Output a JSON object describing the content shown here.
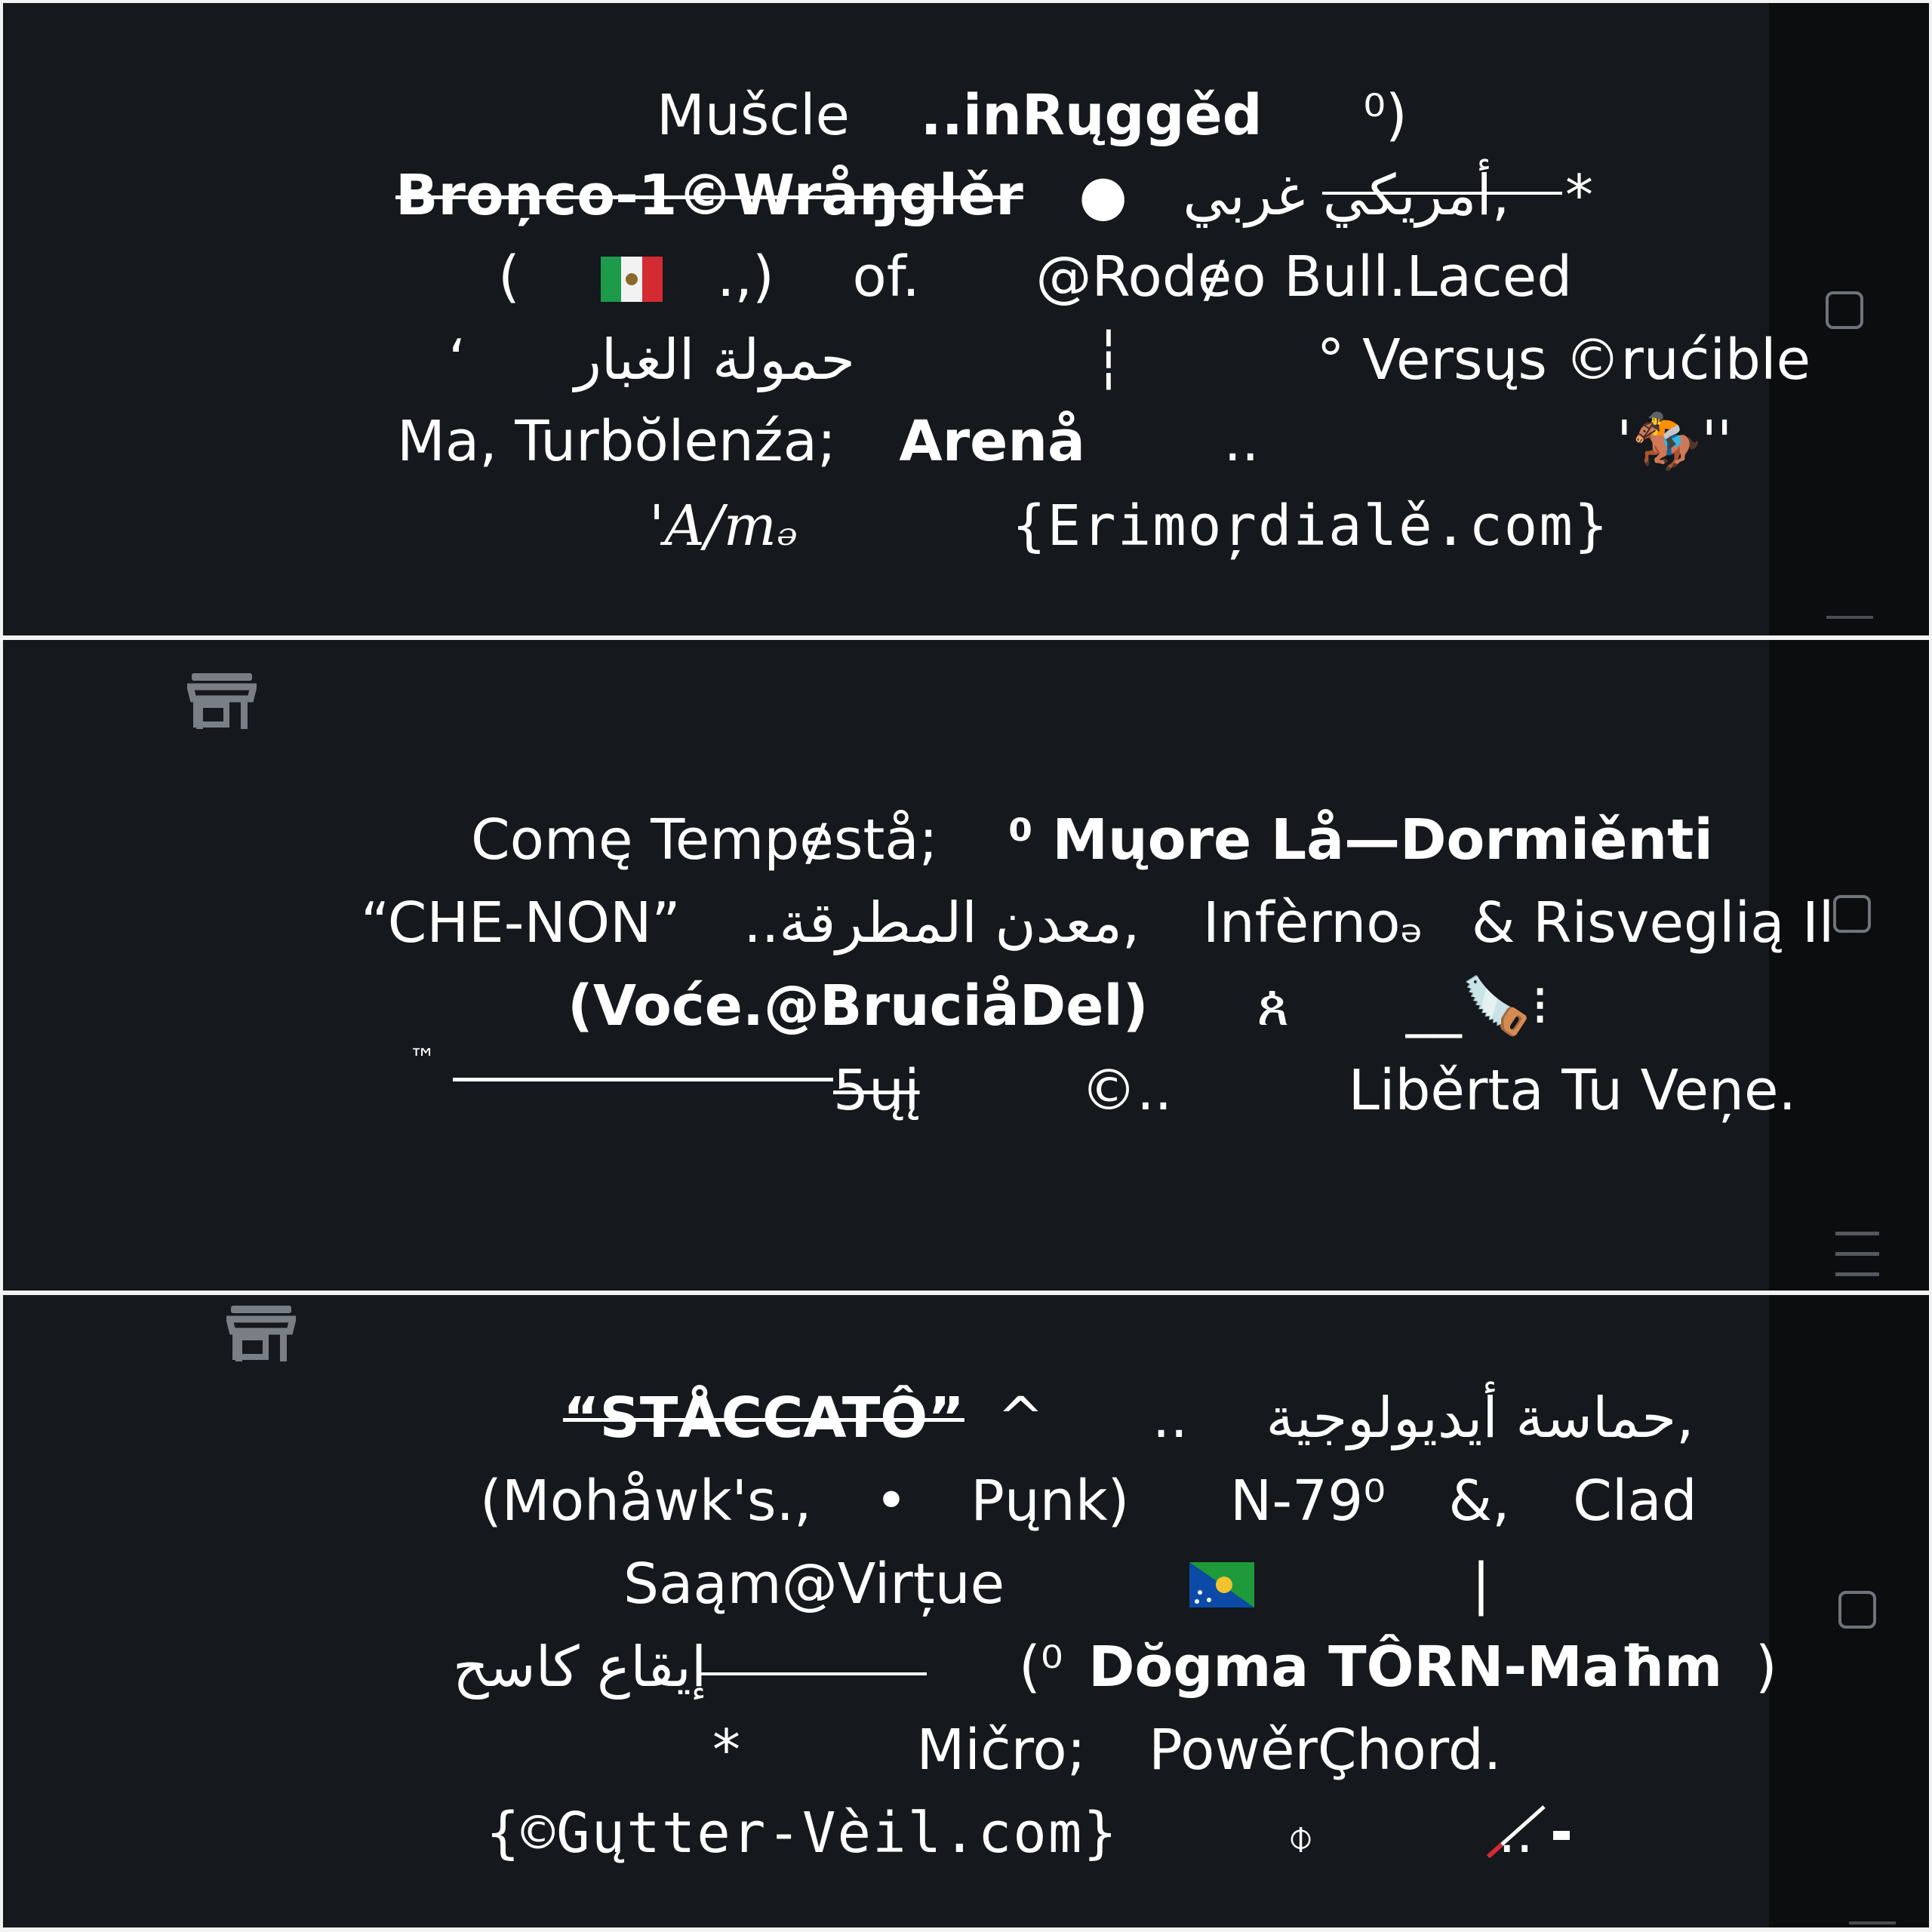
{
  "panels": [
    {
      "lines": [
        [
          "Mušcle",
          "..inRųggěd",
          "⁰)"
        ],
        [
          "Broņco-1©Wråŋglěr",
          "●",
          "أمريكي غربي,",
          "*"
        ],
        [
          "(",
          ".,)",
          "of.",
          "@Rodɇo Bull.Laced"
        ],
        [
          "ʻ",
          "حمولة الغبار",
          "┆",
          "° Versųs ©rućible"
        ],
        [
          "Ma, Turbŏlenźa;",
          "Arenå",
          "..",
          "'🏇''"
        ],
        [
          "'A/mₔ",
          "{Erimoŗdialě.com}"
        ]
      ]
    },
    {
      "lines": [
        [
          "Comę Tempɇstå;",
          "⁰ Mųore Lå—Dormiěnti"
        ],
        [
          "“CHE-NON”",
          "..معدن المطرقة,",
          "Infèrnoₔ",
          "& Risveglią Il"
        ],
        [
          "(Voće.@BruciåDel)",
          "ጰ",
          "__🪚⁝"
        ],
        [
          "™",
          "5ųį",
          "©..",
          "Liběrta Tu Veņe."
        ]
      ]
    },
    {
      "lines": [
        [
          "“STÅCCATÔ”",
          "^",
          "..",
          "حماسة أيديولوجية,"
        ],
        [
          "(Mohåwk's.,",
          "•",
          "Pųnk)",
          "N-79⁰",
          "&,",
          "Clad"
        ],
        [
          "Saąm@Virțue",
          "|"
        ],
        [
          "إيقاع كاسح",
          "(⁰",
          "Dŏgma TÔRN-Maħm",
          ")"
        ],
        [
          "*",
          "Mičro;",
          "PowěrÇhord."
        ],
        [
          "{©Gųtter-Vèil.com}",
          "⌽",
          ".."
        ]
      ]
    }
  ],
  "icons": {
    "checkbox": "checkbox-icon",
    "store": "store-icon",
    "menu": "menu-icon"
  }
}
